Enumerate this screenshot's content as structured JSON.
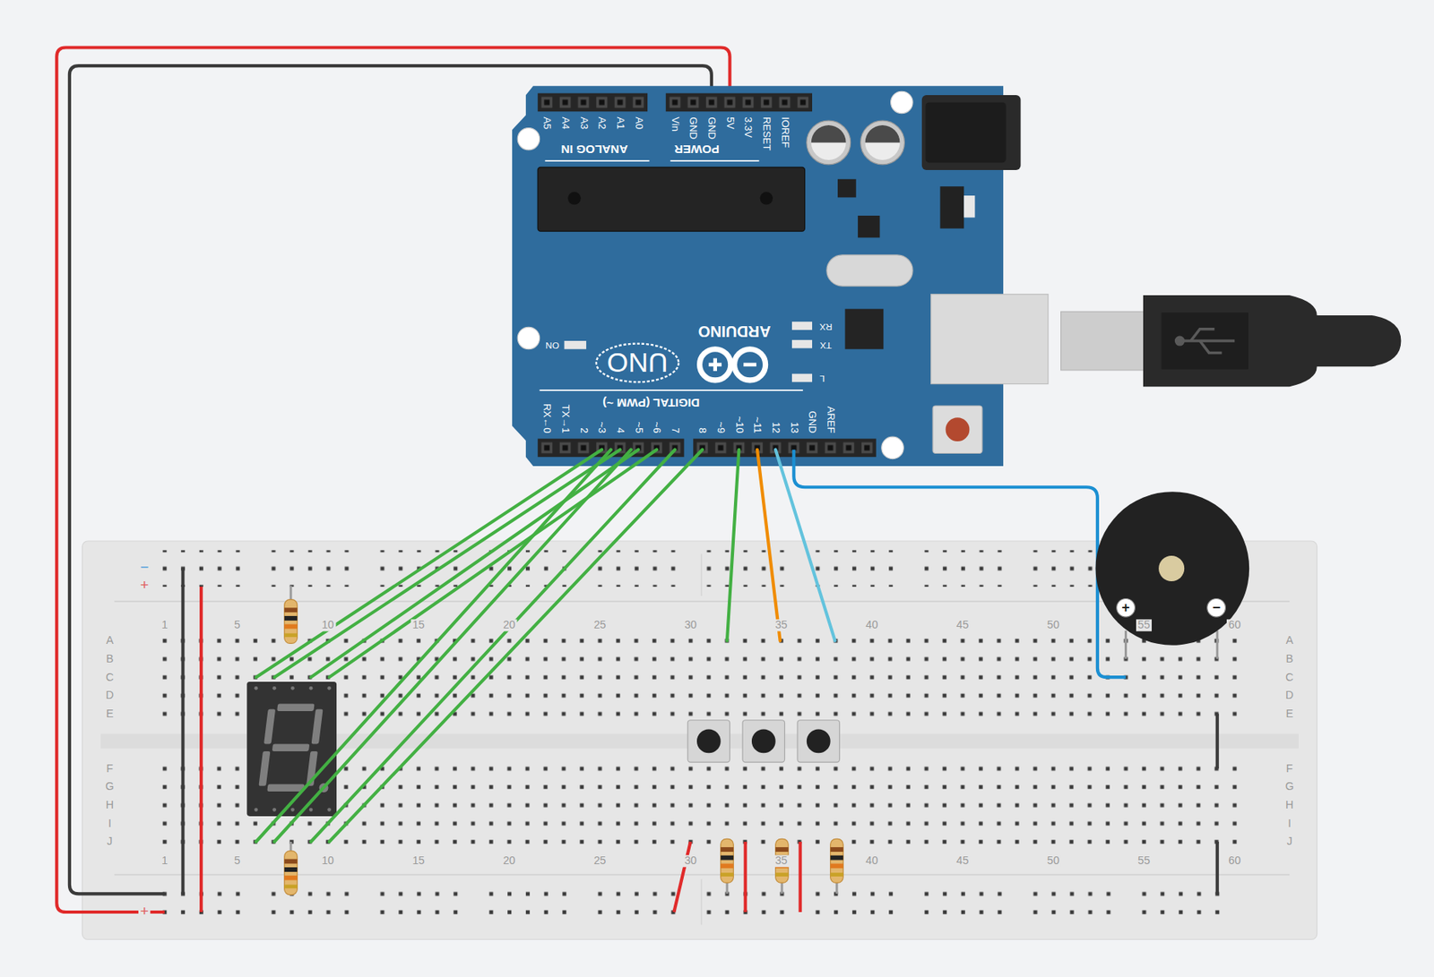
{
  "diagram": {
    "labels": [
      "ANALOG IN",
      "POWER",
      "A5",
      "A4",
      "A3",
      "A2",
      "A1",
      "A0",
      "Vin",
      "GND",
      "GND",
      "5V",
      "3.3V",
      "RESET",
      "IOREF",
      "ARDUINO",
      "UNO",
      "ON",
      "RX",
      "TX",
      "L",
      "DIGITAL (PWM ~)",
      "RX←0",
      "TX→1",
      "2",
      "~3",
      "4",
      "~5",
      "~6",
      "7",
      "8",
      "~9",
      "~10",
      "~11",
      "12",
      "13",
      "GND",
      "AREF",
      "−",
      "+",
      "1",
      "5",
      "10",
      "15",
      "20",
      "25",
      "30",
      "35",
      "40",
      "45",
      "50",
      "55",
      "60",
      "A",
      "B",
      "C",
      "D",
      "E",
      "F",
      "G",
      "H",
      "I",
      "J",
      "A",
      "B",
      "C",
      "D",
      "E",
      "F",
      "G",
      "H",
      "I",
      "J",
      "1",
      "5",
      "10",
      "15",
      "20",
      "25",
      "30",
      "35",
      "40",
      "45",
      "50",
      "55",
      "60",
      "+",
      "+",
      "−"
    ]
  }
}
